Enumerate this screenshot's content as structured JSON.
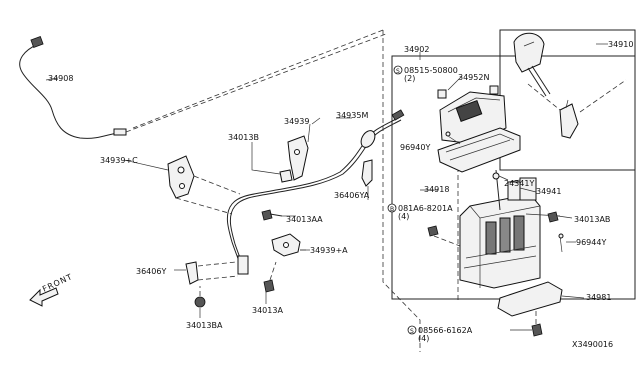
{
  "labels": {
    "p34908": "34908",
    "p34939c": "34939+C",
    "p34013b": "34013B",
    "p34939": "34939",
    "p34935m": "34935M",
    "p36406ya": "36406YA",
    "p34013aa": "34013AA",
    "p34939a": "34939+A",
    "p36406y": "36406Y",
    "p34013ba": "34013BA",
    "p34013a": "34013A",
    "p34902": "34902",
    "p34910": "34910",
    "bolt1": "08515-50800",
    "bolt1_qty": "(2)",
    "p34952n": "34952N",
    "p96940y": "96940Y",
    "p34918": "34918",
    "p24341y": "24341Y",
    "p34941": "34941",
    "bolt2": "081A6-8201A",
    "bolt2_qty": "(4)",
    "p34013ab": "34013AB",
    "p96944y": "96944Y",
    "p34981": "34981",
    "bolt3": "08566-6162A",
    "bolt3_qty": "(4)",
    "front": "FRONT",
    "diagram_id": "X3490016",
    "s_mark": "S",
    "b_mark": "B"
  }
}
